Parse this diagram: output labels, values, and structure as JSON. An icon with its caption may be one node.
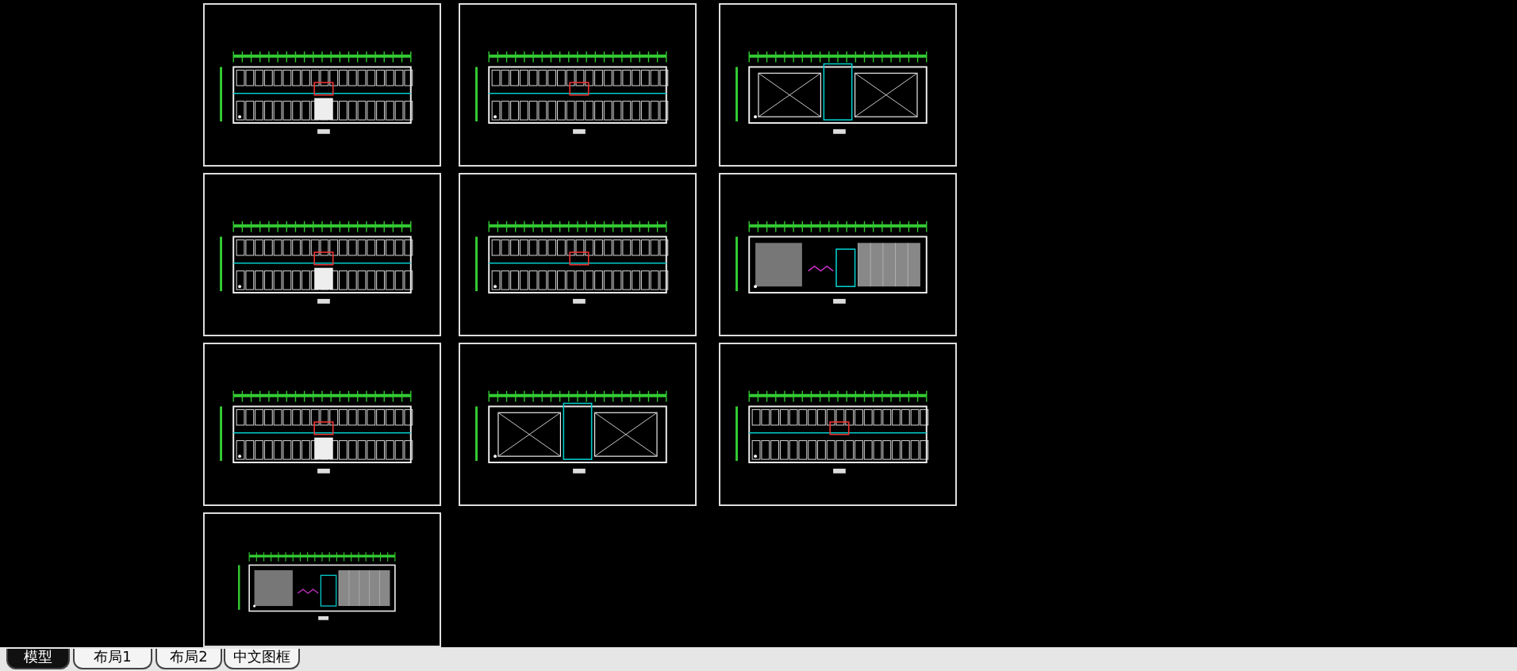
{
  "diagram": {
    "nodes": [
      {
        "text": [],
        "shape": "picture"
      },
      {
        "text": [],
        "shape": "picture"
      },
      {
        "text": [],
        "shape": "picture"
      },
      {
        "text": [],
        "shape": "picture"
      },
      {
        "text": [],
        "shape": "picture"
      },
      {
        "text": [],
        "shape": "picture"
      },
      {
        "text": [],
        "shape": "picture"
      },
      {
        "text": [],
        "shape": "picture"
      },
      {
        "text": [],
        "shape": "picture"
      },
      {
        "text": [],
        "shape": "picture"
      }
    ],
    "labels": [
      "模型",
      "布局1",
      "布局2",
      "中文图框"
    ]
  }
}
